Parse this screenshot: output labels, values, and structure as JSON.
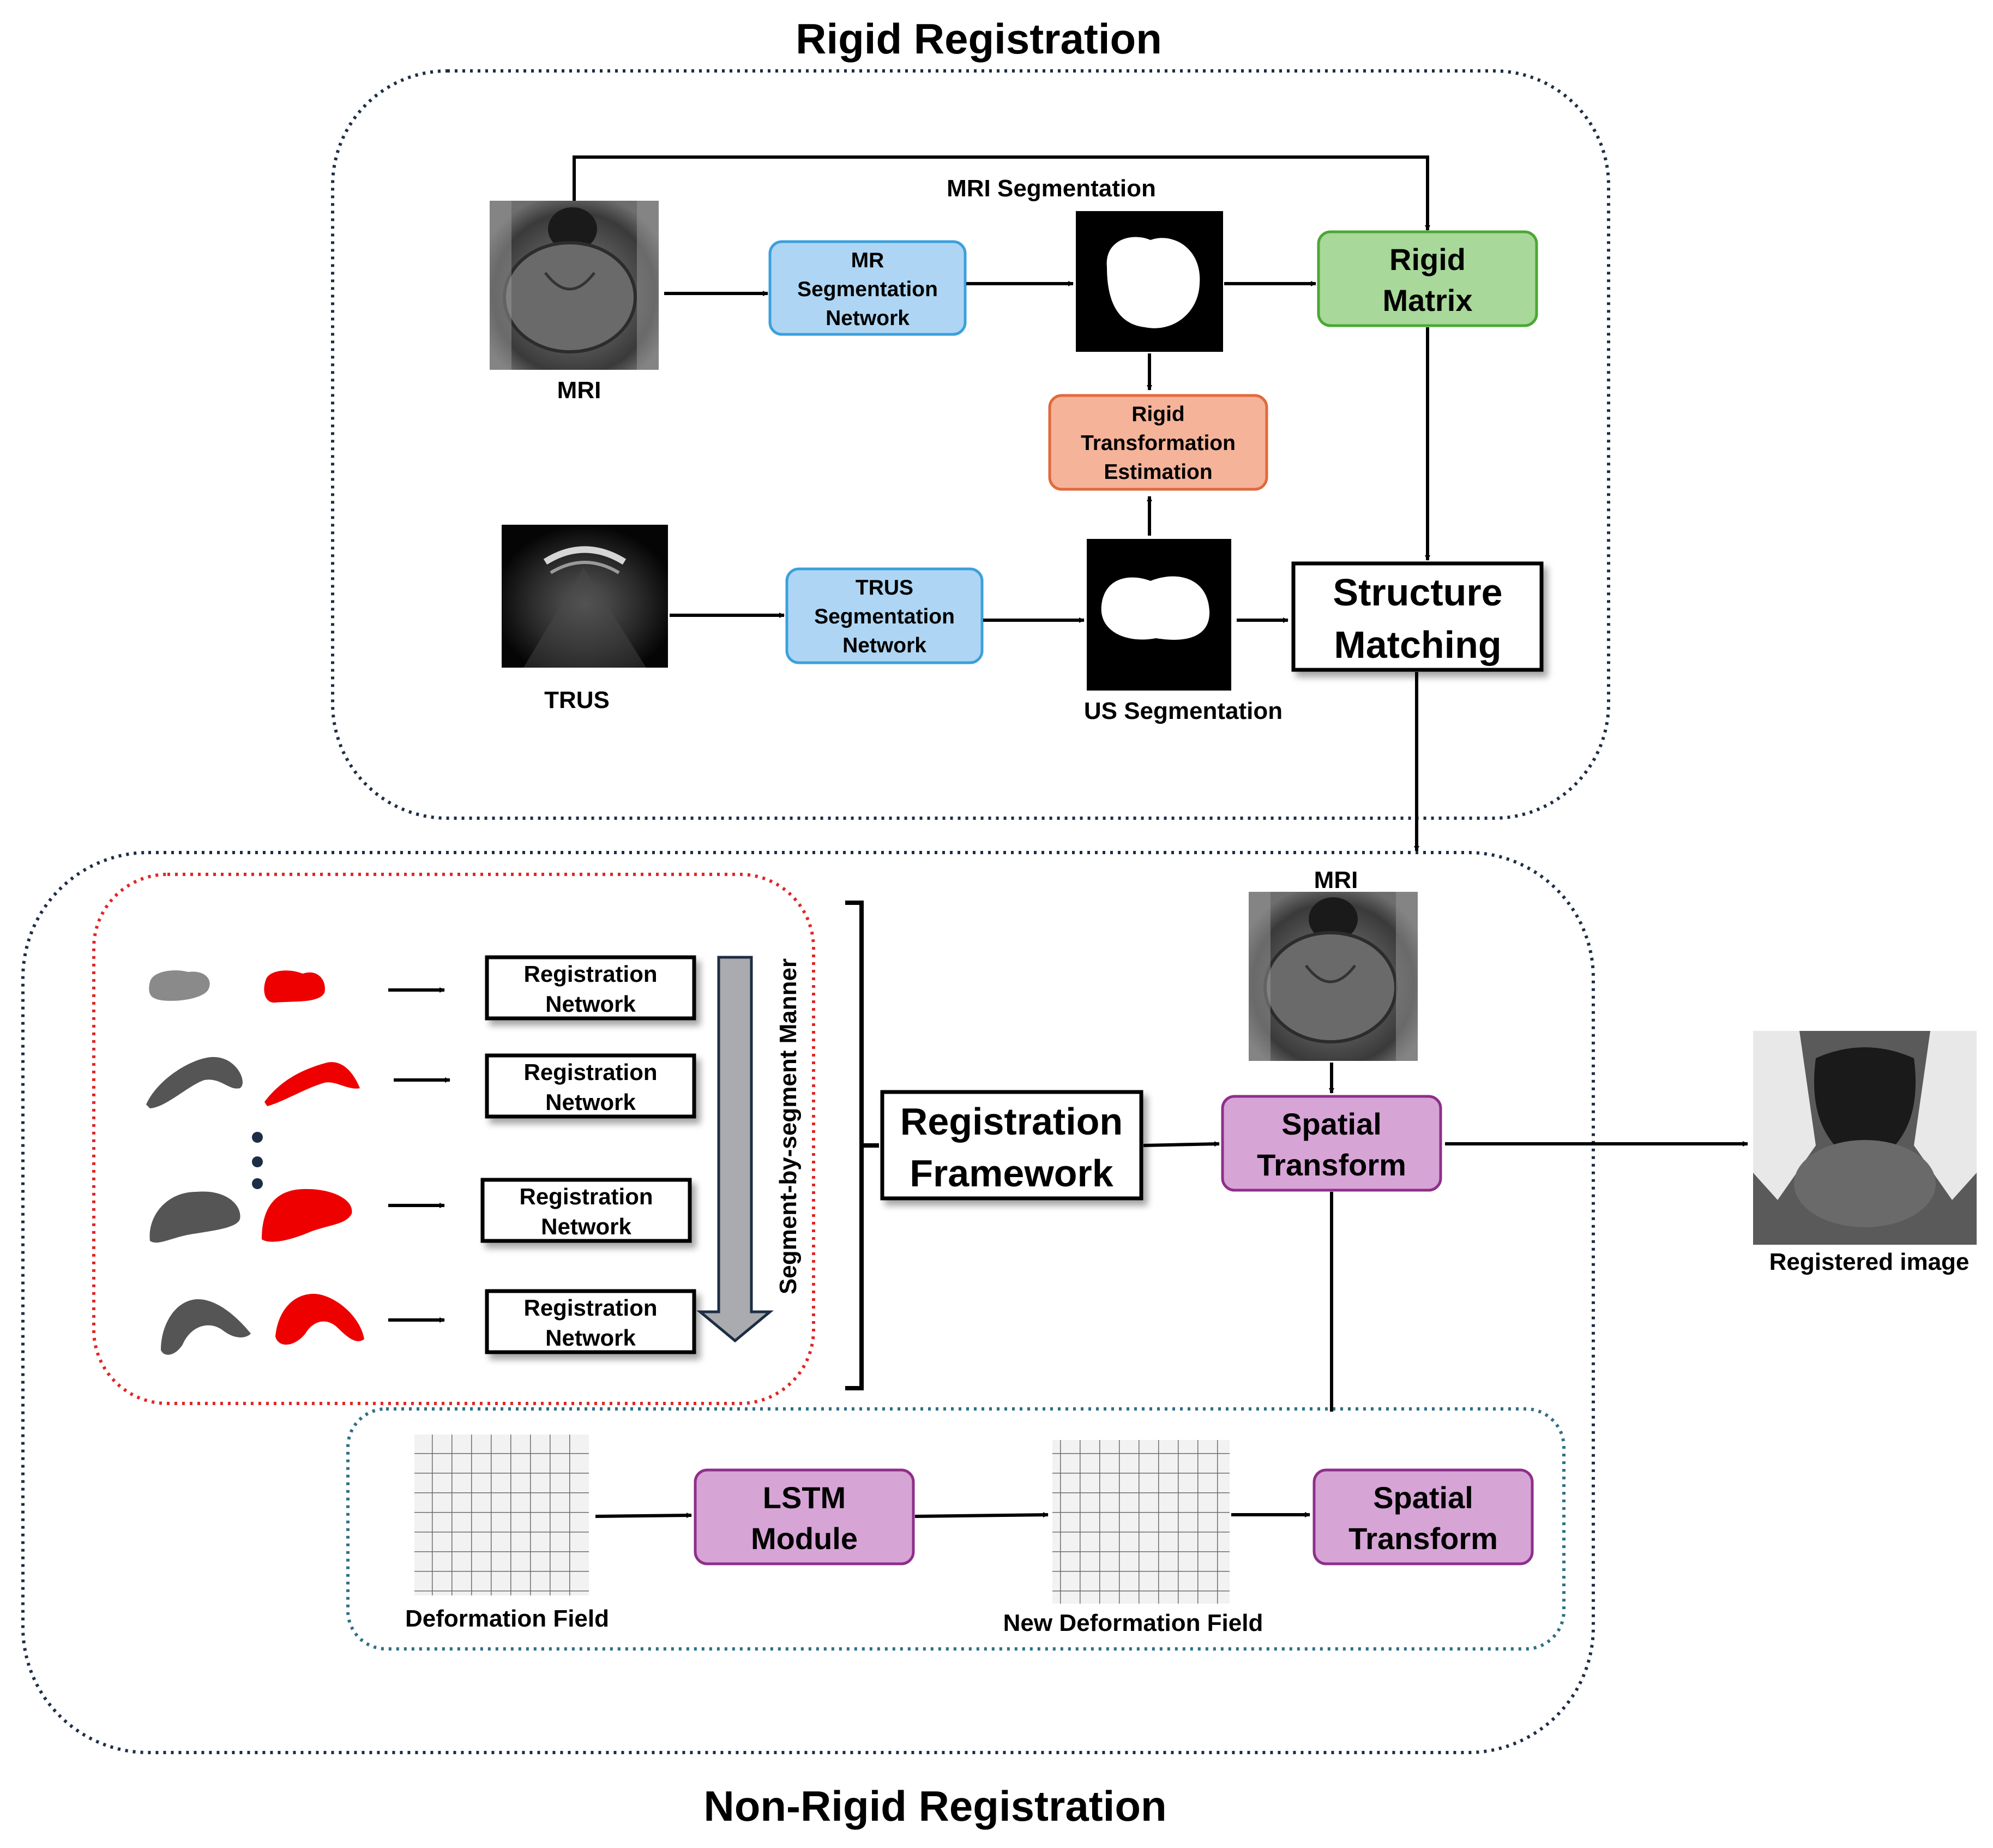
{
  "diagram_title_top": "Rigid Registration",
  "diagram_title_bottom": "Non-Rigid Registration",
  "colors": {
    "blue_fill": "#aed6f4",
    "blue_stroke": "#3ca0dd",
    "green_fill": "#a8d89a",
    "green_stroke": "#4aa832",
    "orange_fill": "#f5b39a",
    "orange_stroke": "#e2693c",
    "purple_fill": "#d7a4d6",
    "purple_stroke": "#8e2f8a",
    "red_dash": "#e32424",
    "navy_dash": "#1d2d45",
    "teal_dash": "#2e6f86",
    "arrow_fill": "#a9abae"
  },
  "rigid": {
    "mri_label": "MRI",
    "trus_label": "TRUS",
    "mr_seg_net": [
      "MR",
      "Segmentation",
      "Network"
    ],
    "trus_seg_net": [
      "TRUS",
      "Segmentation",
      "Network"
    ],
    "mri_segmentation_label": "MRI Segmentation",
    "us_segmentation_label": "US Segmentation",
    "rigid_matrix": [
      "Rigid",
      "Matrix"
    ],
    "rigid_transformation_estimation": [
      "Rigid",
      "Transformation",
      "Estimation"
    ],
    "structure_matching": [
      "Structure",
      "Matching"
    ]
  },
  "nonrigid": {
    "registration_network": [
      "Registration",
      "Network"
    ],
    "segment_manner": "Segment-by-segment Manner",
    "registration_framework": [
      "Registration",
      "Framework"
    ],
    "mri_label": "MRI",
    "spatial_transform": [
      "Spatial",
      "Transform"
    ],
    "registered_image_label": "Registered image",
    "lstm_module": [
      "LSTM",
      "Module"
    ],
    "deformation_field_label": "Deformation Field",
    "new_deformation_field_label": "New Deformation Field",
    "spatial_transform_2": [
      "Spatial",
      "Transform"
    ]
  }
}
